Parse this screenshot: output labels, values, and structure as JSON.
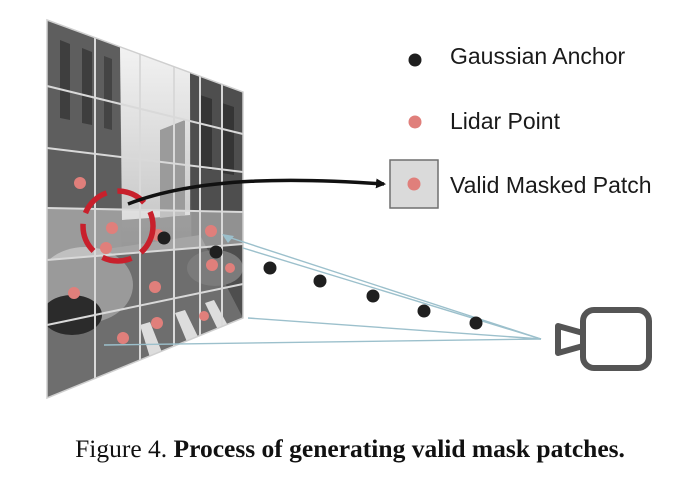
{
  "legend": {
    "gaussian_anchor": "Gaussian Anchor",
    "lidar_point": "Lidar Point",
    "valid_masked_patch": "Valid Masked Patch"
  },
  "caption": {
    "prefix": "Figure 4. ",
    "title": "Process of generating valid mask patches."
  },
  "colors": {
    "anchor": "#1f1f1f",
    "lidar": "#e07f7b",
    "ring": "#c8202c",
    "patch_fill": "#dadada",
    "patch_border": "#6f6f6f",
    "ray": "#9cc0cc",
    "grid_line": "#d9d9d9",
    "camera": "#555555"
  },
  "icons": {
    "camera": "camera-icon",
    "arrow": "arrow-right-icon"
  }
}
